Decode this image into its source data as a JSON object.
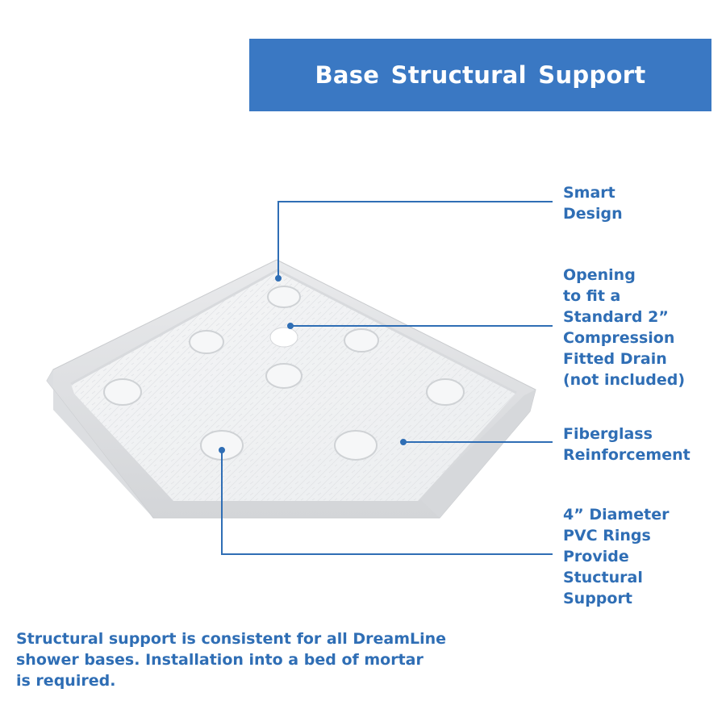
{
  "title": "Base Structural Support",
  "callouts": {
    "smart_design": "Smart\nDesign",
    "drain": "Opening\nto fit a\nStandard 2”\nCompression\nFitted Drain\n(not included)",
    "fiberglass": "Fiberglass\nReinforcement",
    "rings": "4” Diameter\nPVC Rings\nProvide\nStuctural\nSupport"
  },
  "footer_text": "Structural support is consistent for all DreamLine\nshower bases. Installation into a bed of mortar\nis required.",
  "colors": {
    "banner_bg": "#3a78c3",
    "text_blue": "#2f6eb5",
    "leader_line": "#2f6eb5"
  }
}
